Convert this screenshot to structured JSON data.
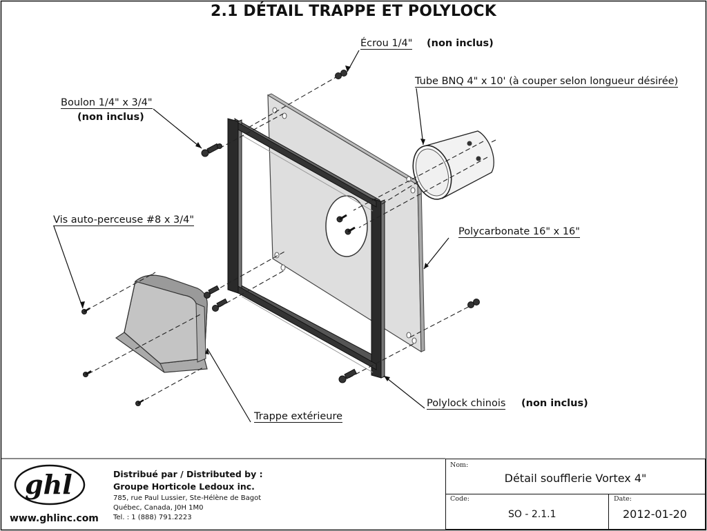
{
  "title": "2.1 DÉTAIL TRAPPE ET POLYLOCK",
  "callouts": {
    "ecrou": "Écrou 1/4\"",
    "ecrou_note": "(non inclus)",
    "tube": "Tube BNQ 4\" x 10' (à couper selon longueur désirée)",
    "boulon": "Boulon 1/4\" x 3/4\"",
    "boulon_note": "(non inclus)",
    "vis": "Vis auto-perceuse #8 x 3/4\"",
    "polycarbonate": "Polycarbonate 16\" x 16\"",
    "polylock": "Polylock chinois",
    "polylock_note": "(non inclus)",
    "trappe": "Trappe extérieure"
  },
  "footer": {
    "logo_text": "ghl",
    "website": "www.ghlinc.com",
    "distributed_by": "Distribué par / Distributed by :",
    "company": "Groupe Horticole Ledoux inc.",
    "address_line1": "785, rue Paul Lussier, Ste-Hélène de Bagot",
    "address_line2": "Québec, Canada, J0H 1M0",
    "phone": "Tel. : 1 (888) 791.2223"
  },
  "title_block": {
    "nom_caption": "Nom:",
    "nom_value": "Détail soufflerie Vortex 4\"",
    "code_caption": "Code:",
    "code_value": "SO - 2.1.1",
    "date_caption": "Date:",
    "date_value": "2012-01-20"
  }
}
